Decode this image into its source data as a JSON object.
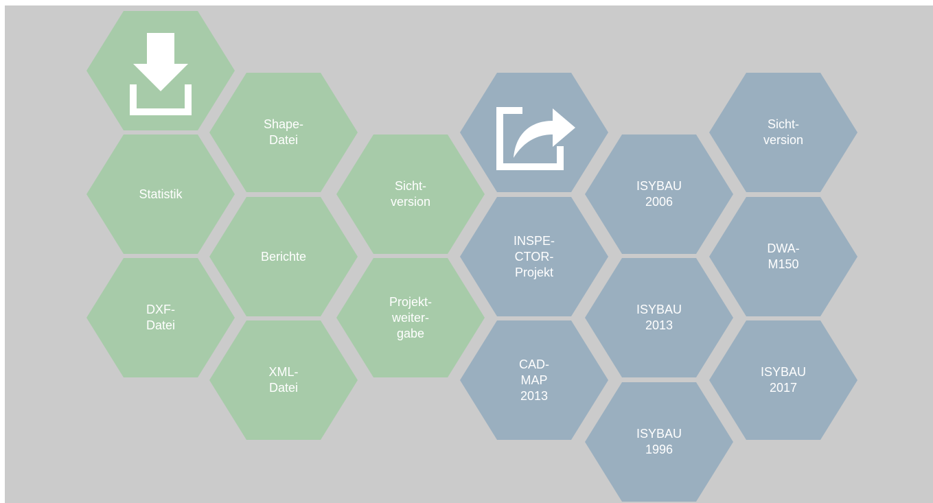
{
  "colors": {
    "background": "#cbcbcb",
    "import_group": "#a7cba9",
    "export_group": "#9aafbf",
    "label": "#ffffff"
  },
  "import_group": {
    "icon": "download-icon",
    "items": [
      {
        "id": "shape-datei",
        "label": "Shape-\nDatei"
      },
      {
        "id": "statistik",
        "label": "Statistik"
      },
      {
        "id": "berichte",
        "label": "Berichte"
      },
      {
        "id": "sichtversion",
        "label": "Sicht-\nversion"
      },
      {
        "id": "dxf-datei",
        "label": "DXF-\nDatei"
      },
      {
        "id": "xml-datei",
        "label": "XML-\nDatei"
      },
      {
        "id": "projektweitergabe",
        "label": "Projekt-\nweiter-\ngabe"
      }
    ]
  },
  "export_group": {
    "icon": "share-export-icon",
    "items": [
      {
        "id": "sichtversion",
        "label": "Sicht-\nversion"
      },
      {
        "id": "isybau-2006",
        "label": "ISYBAU\n2006"
      },
      {
        "id": "inspector-projekt",
        "label": "INSPE-\nCTOR-\nProjekt"
      },
      {
        "id": "dwa-m150",
        "label": "DWA-\nM150"
      },
      {
        "id": "isybau-2013",
        "label": "ISYBAU\n2013"
      },
      {
        "id": "cad-map-2013",
        "label": "CAD-\nMAP\n2013"
      },
      {
        "id": "isybau-2017",
        "label": "ISYBAU\n2017"
      },
      {
        "id": "isybau-1996",
        "label": "ISYBAU\n1996"
      }
    ]
  }
}
